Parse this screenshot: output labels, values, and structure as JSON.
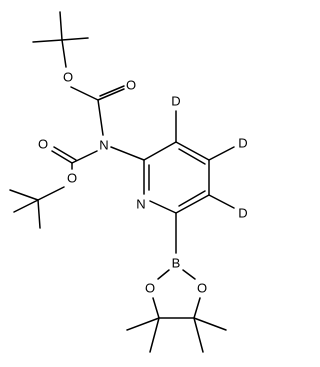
{
  "structure": {
    "colors": {
      "bond": "#000000",
      "label": "#000000",
      "background": "#ffffff"
    },
    "atoms": {
      "o_upper_ether": "O",
      "o_upper_carbonyl": "O",
      "n_carbamate": "N",
      "o_lower_carbonyl": "O",
      "o_lower_ether": "O",
      "d_3": "D",
      "d_4": "D",
      "d_5": "D",
      "n_pyridine": "N",
      "boron": "B",
      "o_pinacol_left": "O",
      "o_pinacol_right": "O"
    }
  }
}
